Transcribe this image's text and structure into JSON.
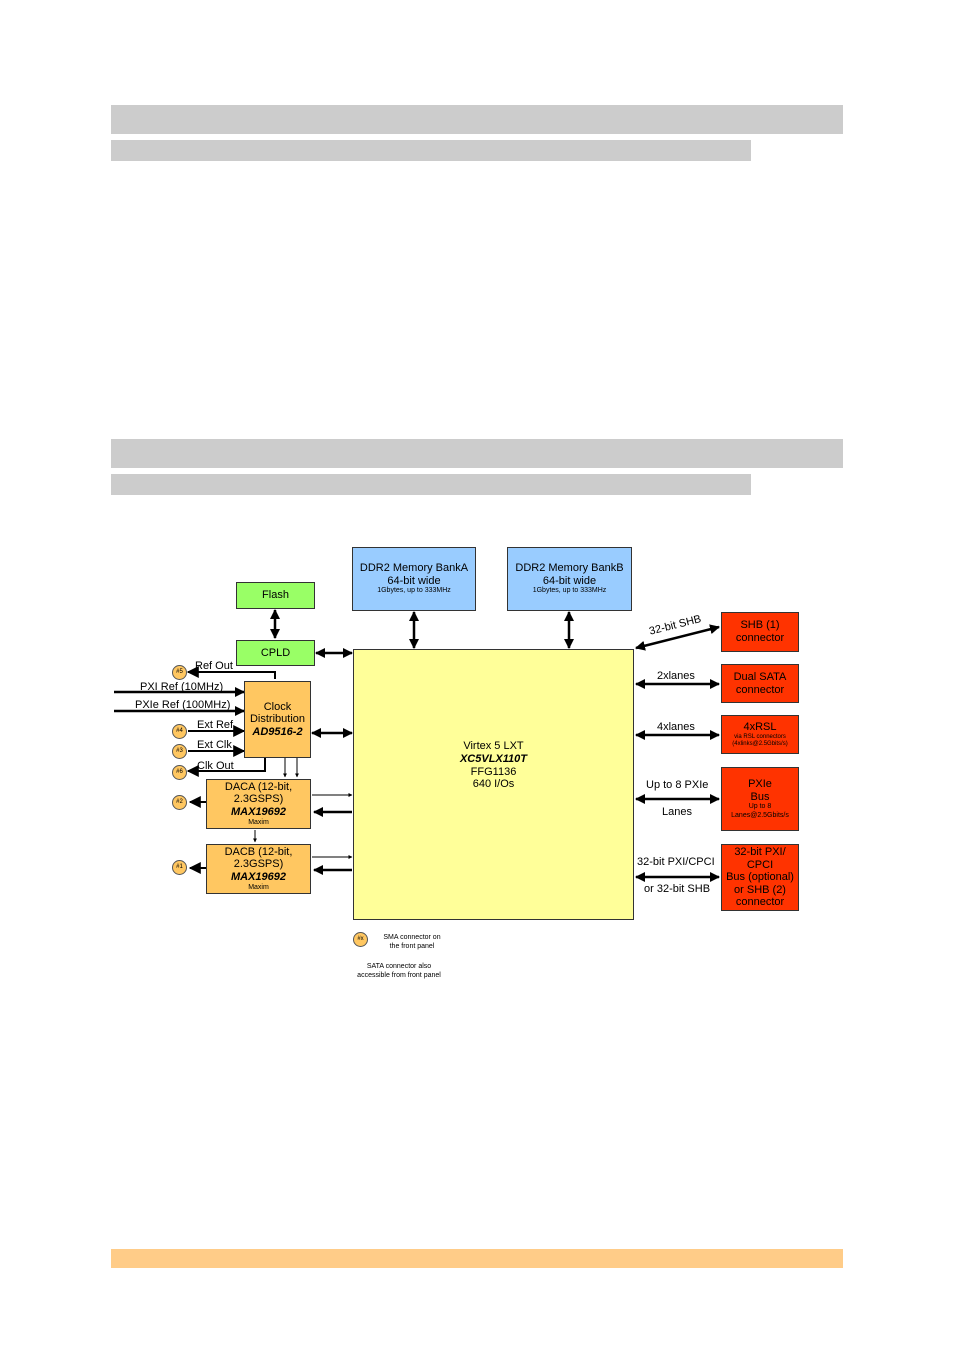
{
  "blocks": {
    "flash": "Flash",
    "cpld": "CPLD",
    "clock": {
      "line1": "Clock",
      "line2": "Distribution",
      "part": "AD9516-2"
    },
    "daca": {
      "line1": "DACA (12-bit,",
      "line2": "2.3GSPS)",
      "part": "MAX19692",
      "maker": "Maxim"
    },
    "dacb": {
      "line1": "DACB (12-bit,",
      "line2": "2.3GSPS)",
      "part": "MAX19692",
      "maker": "Maxim"
    },
    "ddr_a": {
      "line1": "DDR2 Memory BankA",
      "line2": "64-bit wide",
      "note": "1Gbytes, up to 333MHz"
    },
    "ddr_b": {
      "line1": "DDR2 Memory BankB",
      "line2": "64-bit wide",
      "note": "1Gbytes, up to 333MHz"
    },
    "fpga": {
      "line1": "Virtex 5 LXT",
      "part": "XC5VLX110T",
      "line3": "FFG1136",
      "line4": "640 I/Os"
    },
    "shb1": {
      "line1": "SHB (1)",
      "line2": "connector"
    },
    "sata": {
      "line1": "Dual SATA",
      "line2": "connector"
    },
    "rsl": {
      "line1": "4xRSL",
      "note1": "via RSL connectors",
      "note2": "(4xlinks@2.5Gbits/s)"
    },
    "pxie": {
      "line1": "PXIe",
      "line2": "Bus",
      "note1": "Up to 8",
      "note2": "Lanes@2.5Gbits/s"
    },
    "pxi": {
      "line1": "32-bit PXI/",
      "line2": "CPCI",
      "line3": "Bus (optional)",
      "line4": "or SHB (2)",
      "line5": "connector"
    }
  },
  "labels": {
    "ref_out": "Ref Out",
    "pxi_ref": "PXI Ref (10MHz)",
    "pxie_ref": "PXIe Ref (100MHz)",
    "ext_ref": "Ext Ref",
    "ext_clk": "Ext Clk",
    "clk_out": "Clk Out",
    "shb_link": "32-bit SHB",
    "sata_link": "2xlanes",
    "rsl_link": "4xlanes",
    "pxie_link1": "Up to 8 PXIe",
    "pxie_link2": "Lanes",
    "pxi_link1": "32-bit PXI/CPCI",
    "pxi_link2": "or 32-bit SHB"
  },
  "sma": {
    "ref_out": "#5",
    "ext_ref": "#4",
    "ext_clk": "#3",
    "clk_out": "#6",
    "daca": "#2",
    "dacb": "#1",
    "legend": "#x"
  },
  "legend": {
    "sma_line1": "SMA connector on",
    "sma_line2": "the front panel",
    "sata_line1": "SATA connector also",
    "sata_line2": "accessible from front panel"
  },
  "colors": {
    "header_bar": "#cccccc",
    "footer_bar": "#ffcc88",
    "green": "#99ff66",
    "orange": "#ffc761",
    "blue": "#99ccff",
    "yellow": "#ffff99",
    "red": "#ff3300"
  }
}
